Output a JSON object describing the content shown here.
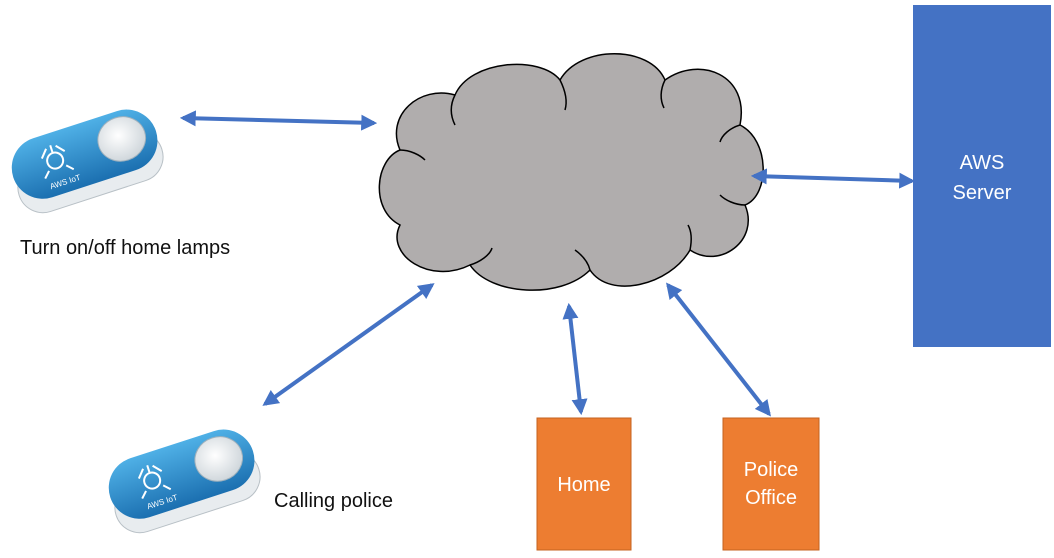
{
  "colors": {
    "arrow": "#4472c4",
    "aws_box": "#4472c4",
    "orange_box": "#ed7d31",
    "cloud_fill": "#b0adad",
    "cloud_stroke": "#000000",
    "button_body": "#2e8fcf",
    "button_base": "#e8ecef"
  },
  "labels": {
    "lamp_button": "Turn on/off home lamps",
    "police_button": "Calling police"
  },
  "nodes": {
    "aws_server": [
      "AWS",
      "Server"
    ],
    "home": [
      "Home"
    ],
    "police_office": [
      "Police",
      "Office"
    ]
  },
  "device": {
    "brand": "AWS IoT",
    "icon": "aws-iot-icon"
  }
}
